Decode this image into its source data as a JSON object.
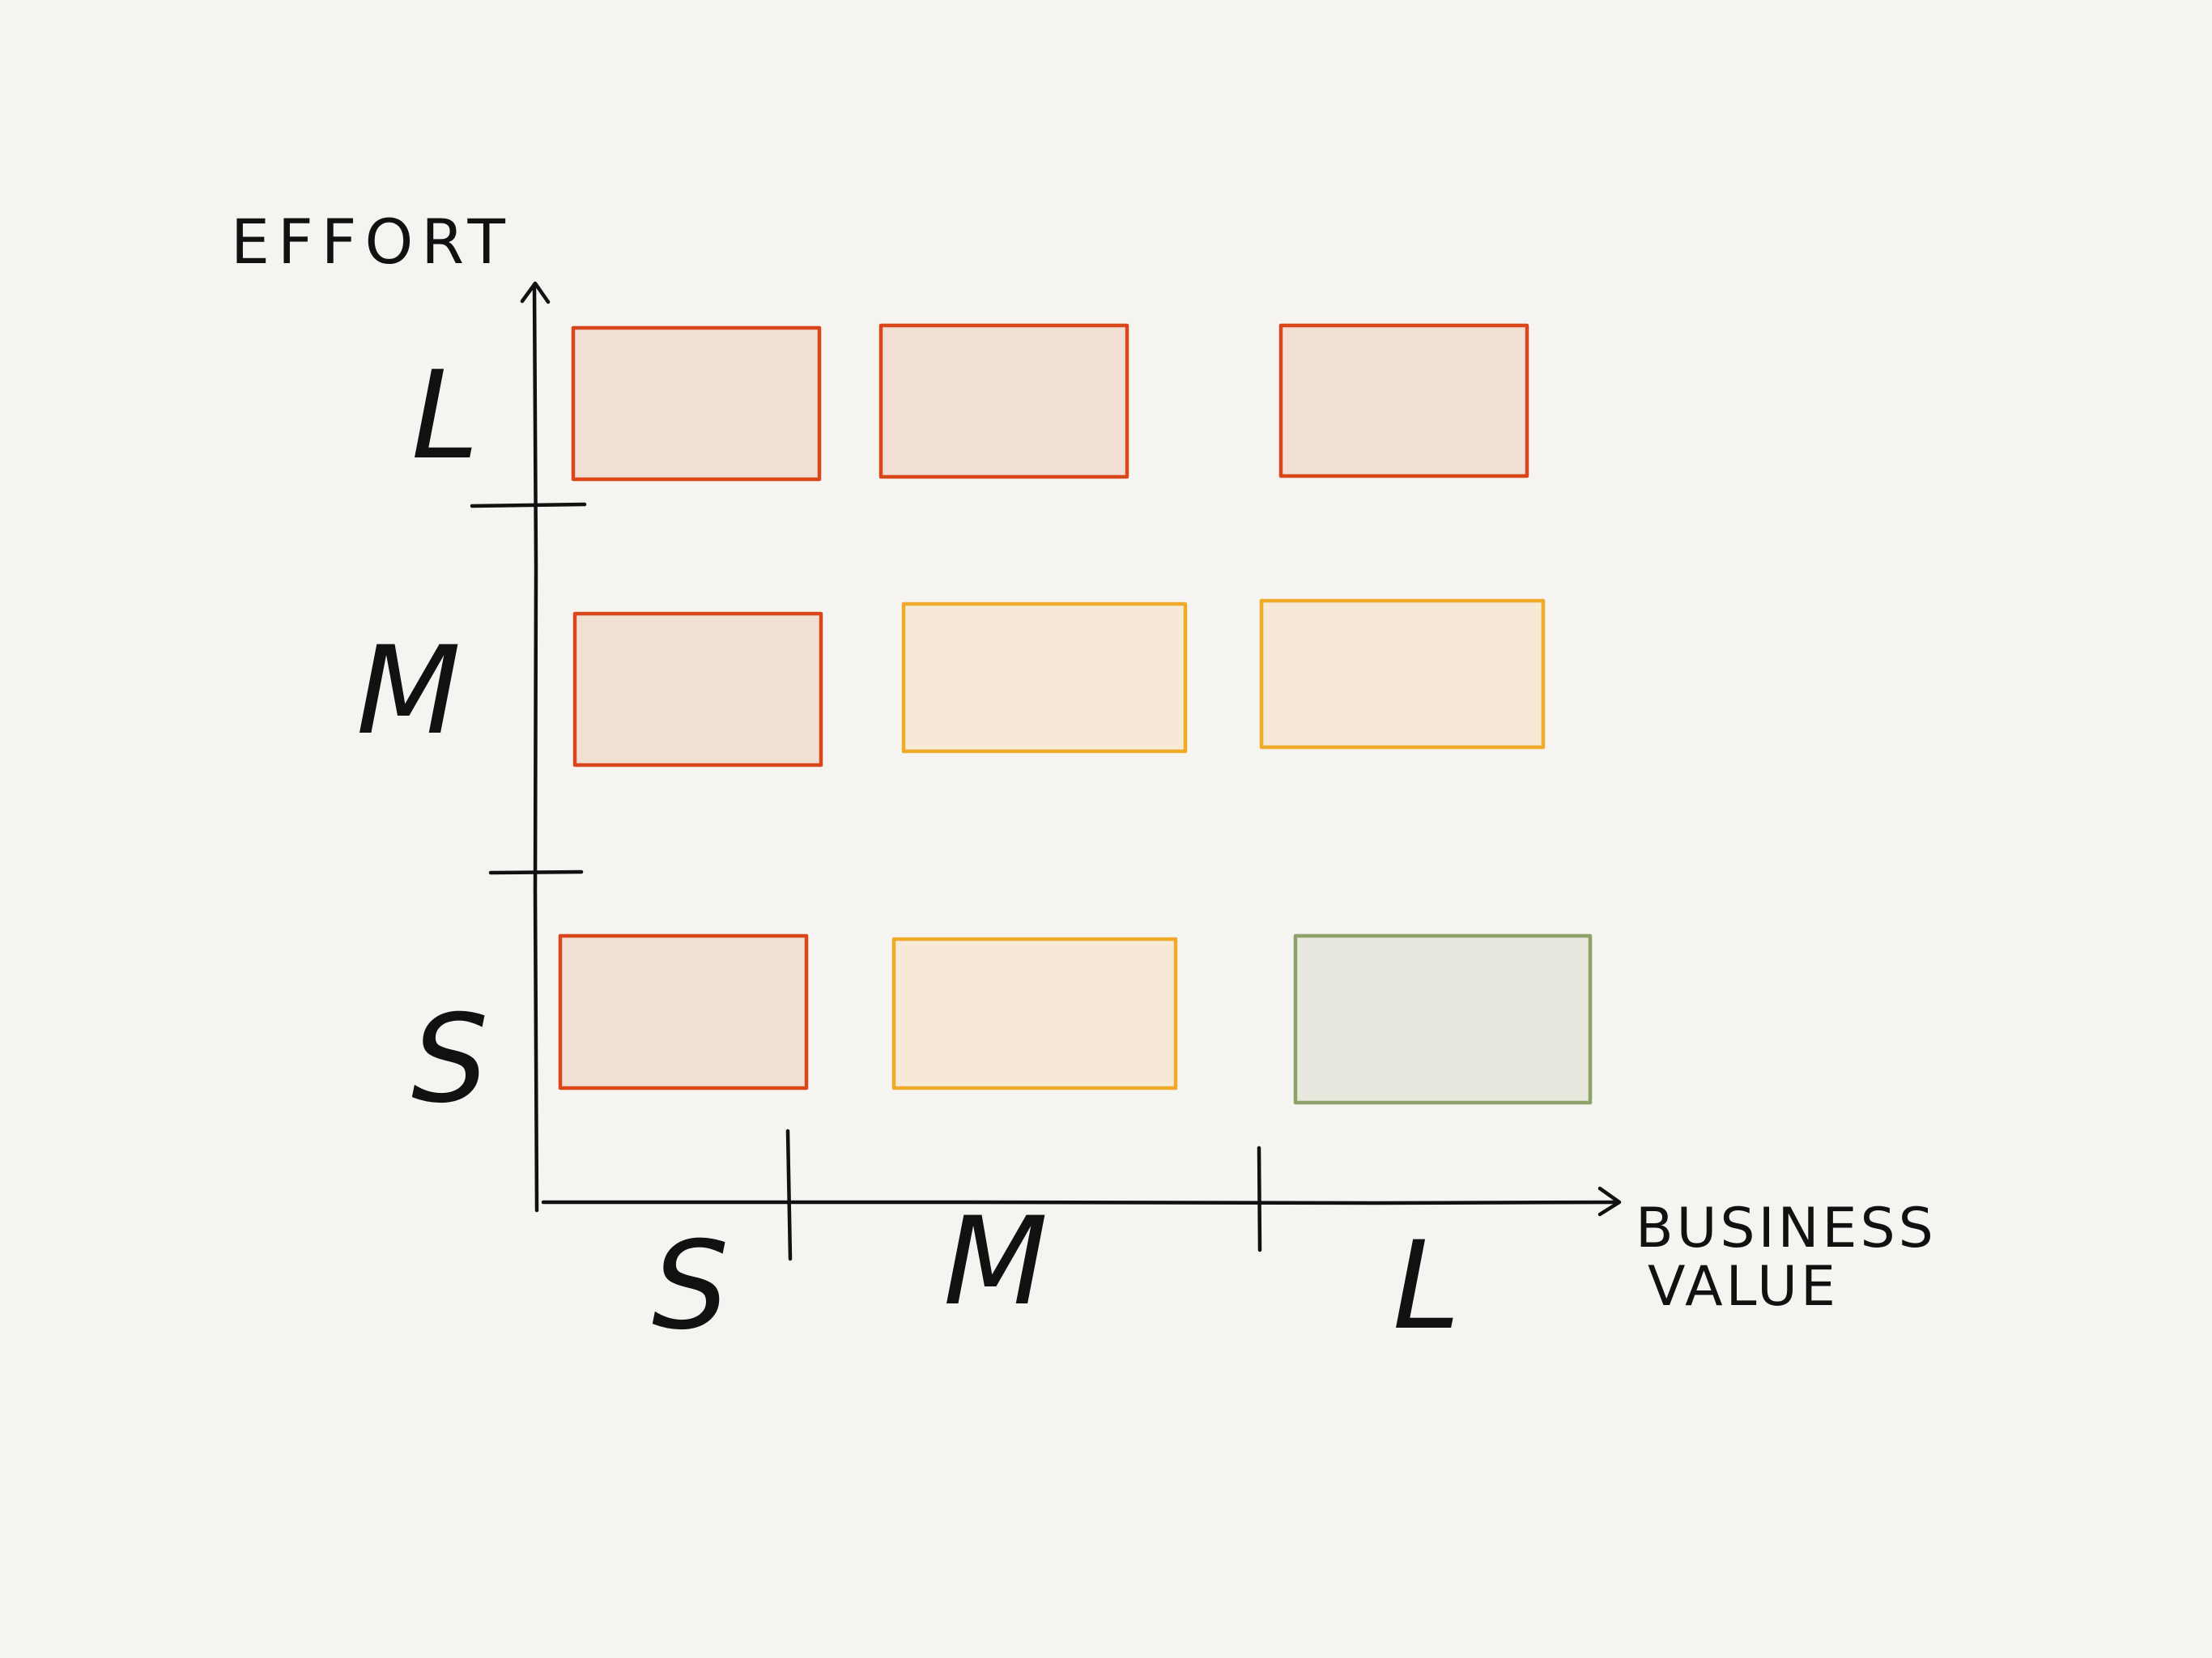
{
  "axes": {
    "y_label": "EFFORT",
    "x_label_line1": "BUSINESS",
    "x_label_line2": "VALUE",
    "y_ticks": [
      "L",
      "M",
      "S"
    ],
    "x_ticks": [
      "S",
      "M",
      "L"
    ]
  },
  "colors": {
    "background": "#f5f4f0",
    "ink": "#111111",
    "red_stroke": "#d9461a",
    "red_fill": "#f2dfd4",
    "yellow_stroke": "#f0aa2a",
    "yellow_fill": "#f6ead6",
    "green_stroke": "#8da36a",
    "green_fill": "#e8e8df"
  },
  "cells": [
    {
      "effort": "L",
      "value": "S",
      "color": "red"
    },
    {
      "effort": "L",
      "value": "M",
      "color": "red"
    },
    {
      "effort": "L",
      "value": "L",
      "color": "red"
    },
    {
      "effort": "M",
      "value": "S",
      "color": "red"
    },
    {
      "effort": "M",
      "value": "M",
      "color": "yellow"
    },
    {
      "effort": "M",
      "value": "L",
      "color": "yellow"
    },
    {
      "effort": "S",
      "value": "S",
      "color": "red"
    },
    {
      "effort": "S",
      "value": "M",
      "color": "yellow"
    },
    {
      "effort": "S",
      "value": "L",
      "color": "green"
    }
  ]
}
